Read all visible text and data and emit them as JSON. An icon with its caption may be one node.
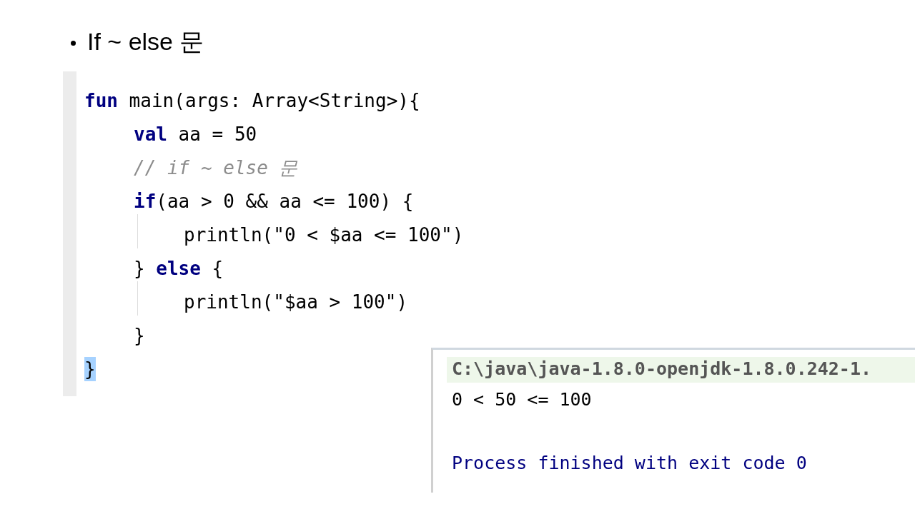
{
  "diagram": {
    "title": "If ~ else 문",
    "labels": [
      "**fun** main(args: Array<String>){",
      "**val** aa = 50",
      "// if ~ else 문",
      "**if**(aa > 0 && aa <= 100) {",
      "println(\"0 < $aa <= 100\")",
      "} **else** {",
      "println(\"$aa > 100\")",
      "}",
      "}",
      "C:\\java\\java-1.8.0-openjdk-1.8.0.242-1.",
      "0 < 50 <= 100",
      "Process finished with exit code 0"
    ]
  }
}
